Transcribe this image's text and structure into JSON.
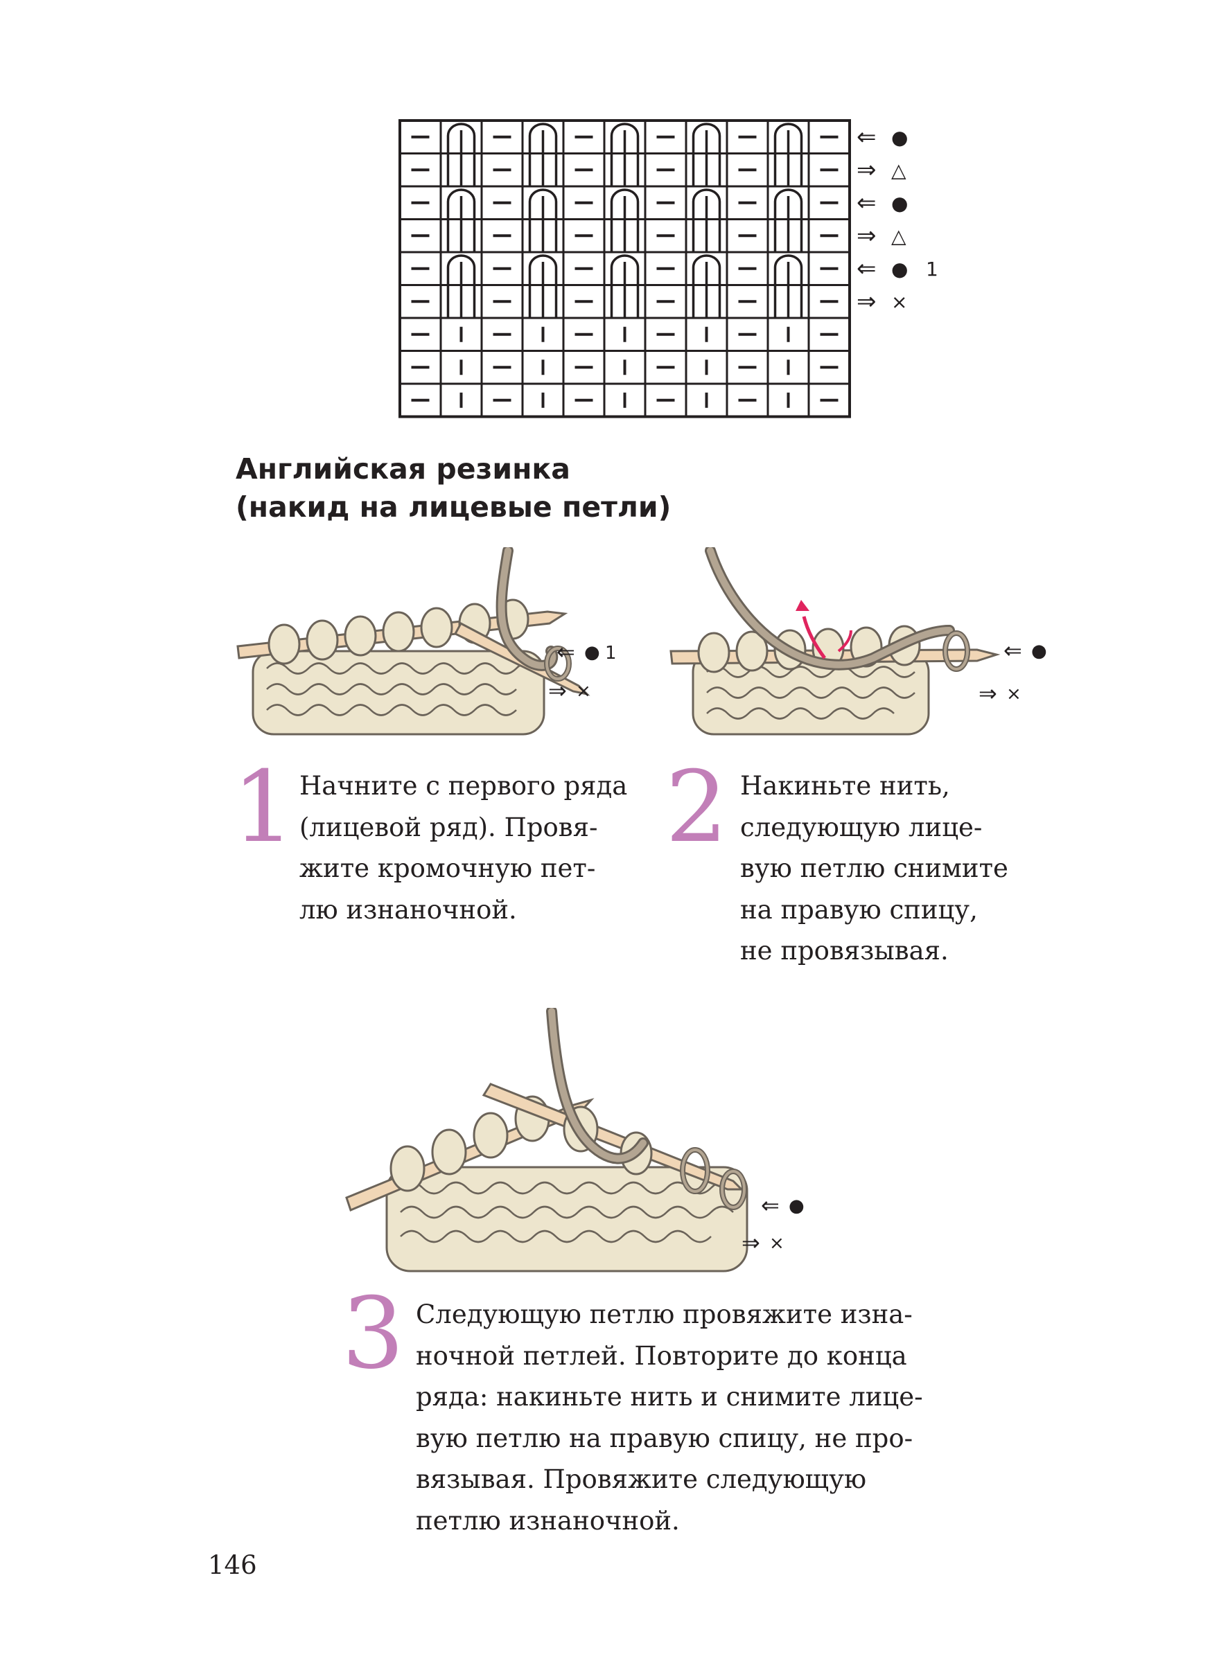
{
  "chart": {
    "rows": [
      [
        "dash",
        "arch",
        "dash",
        "arch",
        "dash",
        "arch",
        "dash",
        "arch",
        "dash",
        "arch",
        "dash"
      ],
      [
        "dash",
        "arch",
        "dash",
        "arch",
        "dash",
        "arch",
        "dash",
        "arch",
        "dash",
        "arch",
        "dash"
      ],
      [
        "dash",
        "arch",
        "dash",
        "arch",
        "dash",
        "arch",
        "dash",
        "arch",
        "dash",
        "arch",
        "dash"
      ],
      [
        "dash",
        "arch",
        "dash",
        "arch",
        "dash",
        "arch",
        "dash",
        "arch",
        "dash",
        "arch",
        "dash"
      ],
      [
        "dash",
        "arch",
        "dash",
        "arch",
        "dash",
        "arch",
        "dash",
        "arch",
        "dash",
        "arch",
        "dash"
      ],
      [
        "dash",
        "arch",
        "dash",
        "arch",
        "dash",
        "arch",
        "dash",
        "arch",
        "dash",
        "arch",
        "dash"
      ],
      [
        "dash",
        "bar",
        "dash",
        "bar",
        "dash",
        "bar",
        "dash",
        "bar",
        "dash",
        "bar",
        "dash"
      ],
      [
        "dash",
        "bar",
        "dash",
        "bar",
        "dash",
        "bar",
        "dash",
        "bar",
        "dash",
        "bar",
        "dash"
      ],
      [
        "dash",
        "bar",
        "dash",
        "bar",
        "dash",
        "bar",
        "dash",
        "bar",
        "dash",
        "bar",
        "dash"
      ]
    ],
    "row_markers": [
      {
        "arrow": "⇐",
        "symbol": "●",
        "number": ""
      },
      {
        "arrow": "⇒",
        "symbol": "△",
        "number": ""
      },
      {
        "arrow": "⇐",
        "symbol": "●",
        "number": ""
      },
      {
        "arrow": "⇒",
        "symbol": "△",
        "number": ""
      },
      {
        "arrow": "⇐",
        "symbol": "●",
        "number": "1"
      },
      {
        "arrow": "⇒",
        "symbol": "×",
        "number": ""
      }
    ]
  },
  "title_lines": [
    "Английская резинка",
    "(накид на лицевые петли)"
  ],
  "steps": [
    {
      "number": "1",
      "lines": [
        "Начните с первого ряда",
        "(лицевой ряд). Провя-",
        "жите кромочную пет-",
        "лю изнаночной."
      ],
      "labels": [
        {
          "arrow": "⇐",
          "symbol": "●",
          "number": "1"
        },
        {
          "arrow": "⇒",
          "symbol": "×",
          "number": ""
        }
      ]
    },
    {
      "number": "2",
      "lines": [
        "Накиньте нить,",
        "следующую лице-",
        "вую петлю снимите",
        "на правую спицу,",
        "не провязывая."
      ],
      "labels": [
        {
          "arrow": "⇐",
          "symbol": "●",
          "number": ""
        },
        {
          "arrow": "⇒",
          "symbol": "×",
          "number": ""
        }
      ]
    },
    {
      "number": "3",
      "lines": [
        "Следующую петлю провяжите изна-",
        "ночной петлей. Повторите до конца",
        "ряда: накиньте нить и снимите лице-",
        "вую петлю на правую спицу, не про-",
        "вязывая. Провяжите следующую",
        "петлю изнаночной."
      ],
      "labels": [
        {
          "arrow": "⇐",
          "symbol": "●",
          "number": ""
        },
        {
          "arrow": "⇒",
          "symbol": "×",
          "number": ""
        }
      ]
    }
  ],
  "page_number": "146",
  "colors": {
    "step_number": "#c27fb8",
    "ink": "#231f20",
    "yarn_work": "#ede5cd",
    "yarn_outline": "#6b6359",
    "yarn_working": "#b3a592",
    "needle": "#f0d6b6",
    "arrow_red": "#e0245e"
  }
}
